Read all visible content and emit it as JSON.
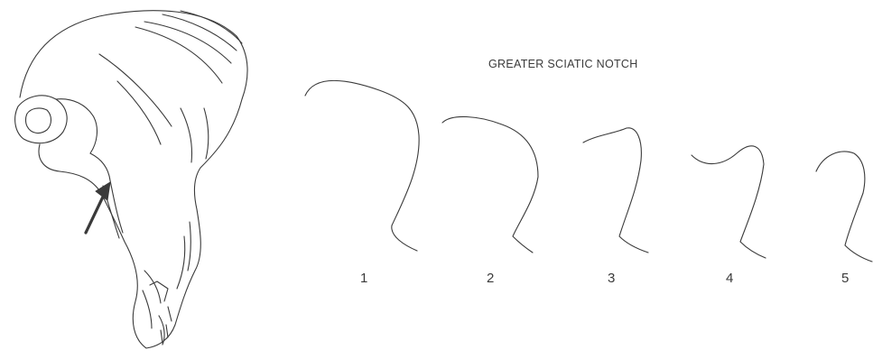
{
  "title": "GREATER SCIATIC NOTCH",
  "grades": [
    "1",
    "2",
    "3",
    "4",
    "5"
  ],
  "ink_color": "#3a3a3a"
}
